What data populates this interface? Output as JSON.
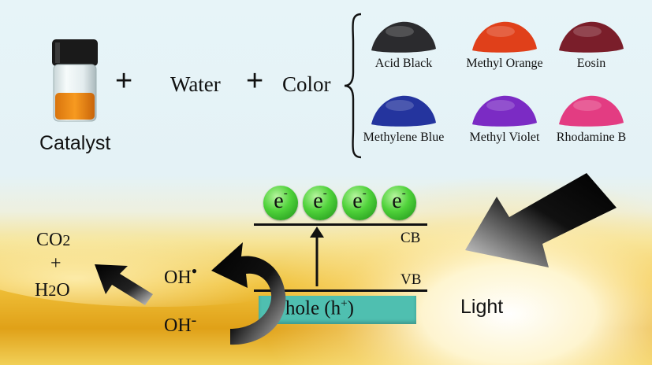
{
  "inputs": {
    "catalyst_label": "Catalyst",
    "plus_1": "+",
    "water_label": "Water",
    "plus_2": "+",
    "color_label": "Color"
  },
  "dyes": [
    {
      "name": "Acid Black",
      "color": "#2b2b2e"
    },
    {
      "name": "Methyl Orange",
      "color": "#e0401a"
    },
    {
      "name": "Eosin",
      "color": "#7a1e2a"
    },
    {
      "name": "Methylene Blue",
      "color": "#24349e"
    },
    {
      "name": "Methyl Violet",
      "color": "#7b2bc4"
    },
    {
      "name": "Rhodamine B",
      "color": "#e33c82"
    }
  ],
  "band": {
    "electron_symbol": "e",
    "electron_charge": "-",
    "electron_count": 4,
    "cb_label": "CB",
    "vb_label": "VB",
    "hole_label_prefix": "hole (h",
    "hole_label_charge": "+",
    "hole_label_suffix": ")",
    "hole_color": "#4fbfb0"
  },
  "radicals": {
    "oh_radical": "OH",
    "oh_radical_mark": "•",
    "oh_minus": "OH",
    "oh_minus_mark": "-"
  },
  "products": {
    "line1_main": "CO",
    "line1_sub": "2",
    "line2": "+",
    "line3_a": "H",
    "line3_sub": "2",
    "line3_b": "O"
  },
  "light_label": "Light"
}
